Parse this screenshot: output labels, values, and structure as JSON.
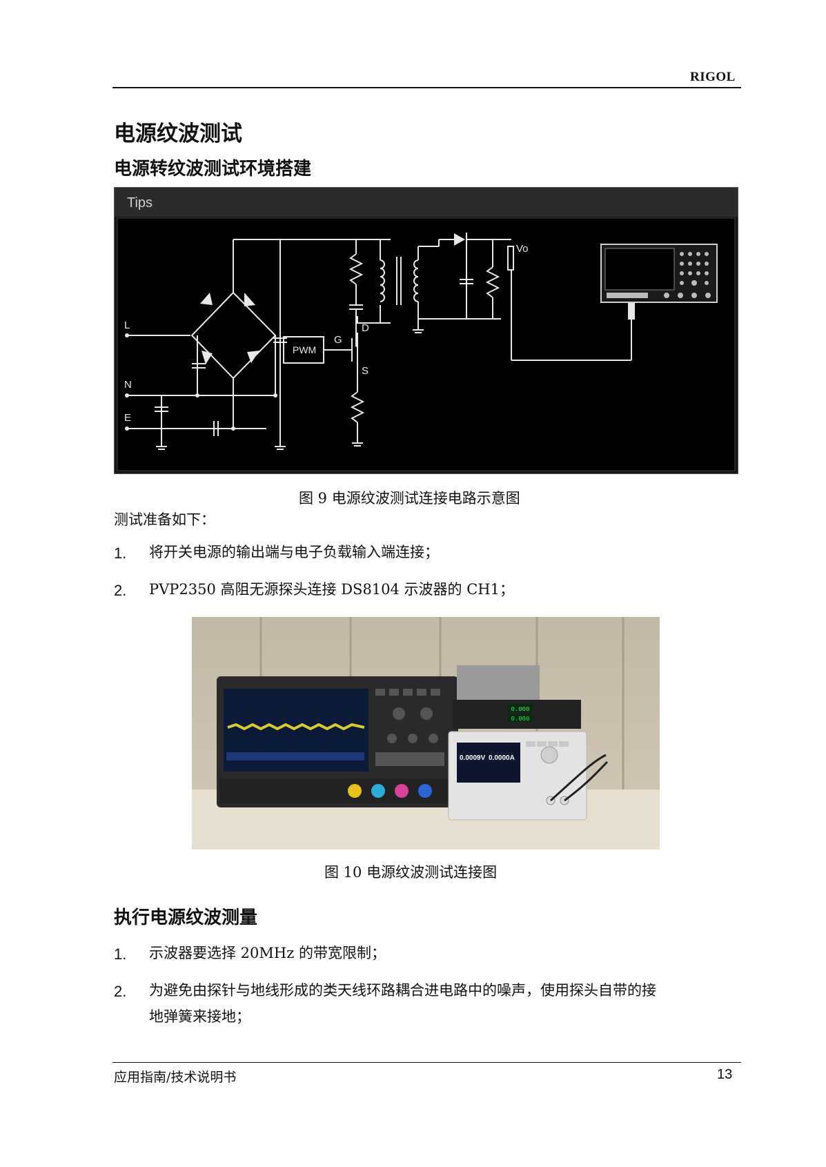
{
  "header": {
    "brand": "RIGOL"
  },
  "section": {
    "title": "电源纹波测试",
    "subtitle": "电源转纹波测试环境搭建"
  },
  "figure1": {
    "panel_title": "Tips",
    "labels": {
      "L": "L",
      "N": "N",
      "E": "E",
      "pwm": "PWM",
      "g": "G",
      "d": "D",
      "s": "S",
      "vo": "Vo"
    },
    "caption": "图  9  电源纹波测试连接电路示意图"
  },
  "prep": {
    "intro": "测试准备如下：",
    "items": [
      {
        "num": "1.",
        "text": "将开关电源的输出端与电子负载输入端连接；"
      },
      {
        "num": "2.",
        "text": "PVP2350 高阻无源探头连接 DS8104 示波器的 CH1；"
      }
    ]
  },
  "figure2": {
    "caption": "图  10  电源纹波测试连接图",
    "load_display": {
      "voltage": "0.0009V",
      "current": "0.0000A"
    },
    "supply_display": [
      "0.000",
      "0.000"
    ]
  },
  "measure": {
    "title": "执行电源纹波测量",
    "items": [
      {
        "num": "1.",
        "text": "示波器要选择 20MHz 的带宽限制；"
      },
      {
        "num": "2.",
        "text": "为避免由探针与地线形成的类天线环路耦合进电路中的噪声，使用探头自带的接",
        "text2": "地弹簧来接地；"
      }
    ]
  },
  "footer": {
    "doc_type": "应用指南/技术说明书",
    "page": "13"
  }
}
